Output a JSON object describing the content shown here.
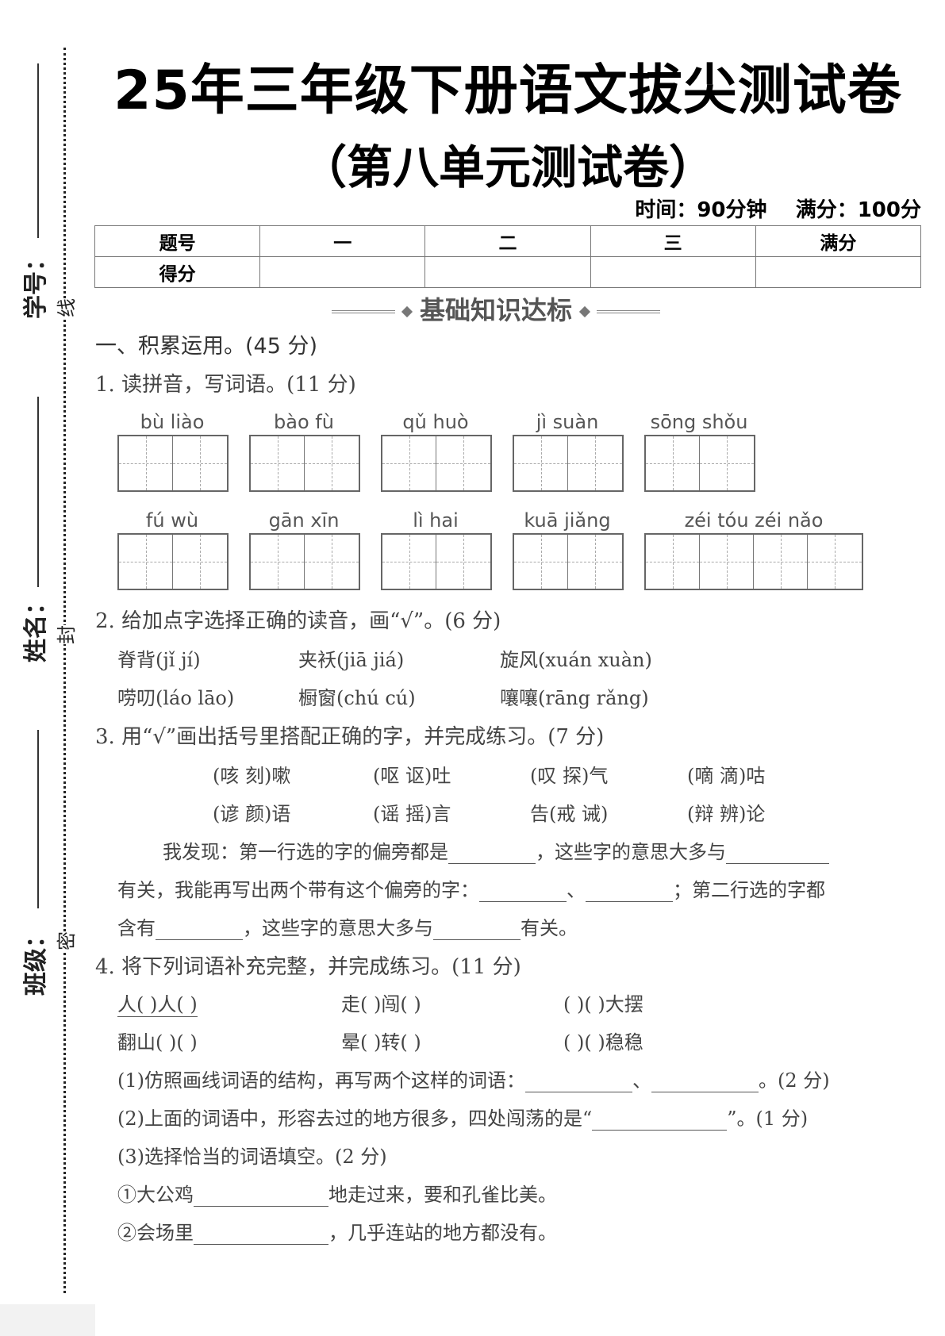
{
  "side": {
    "student_no": "学号：",
    "name": "姓名：",
    "class": "班级：",
    "xian": "线",
    "feng": "封",
    "mi": "密"
  },
  "header": {
    "title": "25年三年级下册语文拔尖测试卷",
    "subtitle": "（第八单元测试卷）",
    "time": "时间：90分钟",
    "score": "满分：100分"
  },
  "score_table": {
    "row1": [
      "题号",
      "一",
      "二",
      "三",
      "满分"
    ],
    "row2_label": "得分"
  },
  "section_banner": "基础知识达标",
  "part1": "一、积累运用。(45 分)",
  "q1": {
    "title": "1. 读拼音，写词语。(11 分)",
    "row1": [
      {
        "pinyin": "bù  liào",
        "cells": 2
      },
      {
        "pinyin": "bào  fù",
        "cells": 2
      },
      {
        "pinyin": "qǔ  huò",
        "cells": 2
      },
      {
        "pinyin": "jì  suàn",
        "cells": 2
      },
      {
        "pinyin": "sōng shǒu",
        "cells": 2
      }
    ],
    "row2": [
      {
        "pinyin": "fú  wù",
        "cells": 2
      },
      {
        "pinyin": "gān  xīn",
        "cells": 2
      },
      {
        "pinyin": "lì  hai",
        "cells": 2
      },
      {
        "pinyin": "kuā jiǎng",
        "cells": 2
      },
      {
        "pinyin": "zéi  tóu  zéi  nǎo",
        "cells": 4
      }
    ]
  },
  "q2": {
    "title": "2. 给加点字选择正确的读音，画“√”。(6 分)",
    "items": [
      [
        "脊背(jǐ  jí)",
        "夹袄(jiā  jiá)",
        "旋风(xuán  xuàn)"
      ],
      [
        "唠叨(láo  lāo)",
        "橱窗(chú  cú)",
        "嚷嚷(rāng  rǎng)"
      ]
    ]
  },
  "q3": {
    "title": "3. 用“√”画出括号里搭配正确的字，并完成练习。(7 分)",
    "row1": [
      "(咳  刻)嗽",
      "(呕  讴)吐",
      "(叹  探)气",
      "(嘀  滴)咕"
    ],
    "row2": [
      "(谚  颜)语",
      "(谣  摇)言",
      "告(戒  诫)",
      "(辩  辨)论"
    ],
    "s1a": "我发现：第一行选的字的偏旁都是",
    "s1b": "，这些字的意思大多与",
    "s2a": "有关，我能再写出两个带有这个偏旁的字：",
    "s2b": "、",
    "s2c": "；第二行选的字都",
    "s3a": "含有",
    "s3b": "，这些字的意思大多与",
    "s3c": "有关。"
  },
  "q4": {
    "title": "4. 将下列词语补充完整，并完成练习。(11 分)",
    "row1": [
      "人(      )人(      )",
      "走(      )闯(      )",
      "(      )(      )大摆"
    ],
    "row2": [
      "翻山(      )(      )",
      "晕(      )转(      )",
      "(      )(      )稳稳"
    ],
    "p1": "(1)仿照画线词语的结构，再写两个这样的词语：",
    "p1_sep": "、",
    "p1_end": "。(2 分)",
    "p2": "(2)上面的词语中，形容去过的地方很多，四处闯荡的是“",
    "p2_end": "”。(1 分)",
    "p3": "(3)选择恰当的词语填空。(2 分)",
    "p3_1a": "①大公鸡",
    "p3_1b": "地走过来，要和孔雀比美。",
    "p3_2a": "②会场里",
    "p3_2b": "，几乎连站的地方都没有。"
  }
}
